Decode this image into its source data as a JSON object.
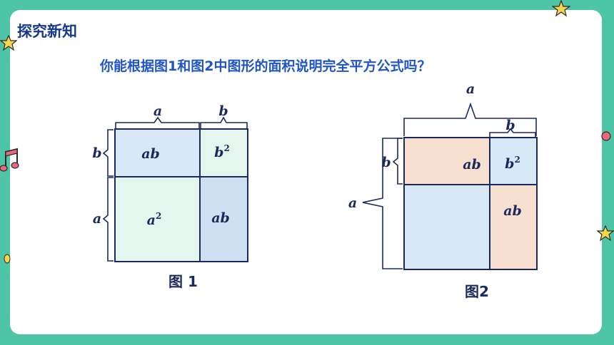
{
  "header": {
    "title": "探究新知"
  },
  "question": "你能根据图1和图2中图形的面积说明完全平方公式吗？",
  "figure1": {
    "caption": "图 1",
    "brace_labels": {
      "top_a": "a",
      "top_b": "b",
      "left_b": "b",
      "left_a": "a"
    },
    "cells": {
      "ab_top": "ab",
      "b2_base": "b",
      "b2_exp": "2",
      "a2_base": "a",
      "a2_exp": "2",
      "ab_bottom": "ab"
    }
  },
  "figure2": {
    "caption": "图2",
    "brace_labels": {
      "top_a": "a",
      "top_b": "b",
      "left_b": "b",
      "left_a": "a"
    },
    "cells": {
      "ab_top": "ab",
      "b2_base": "b",
      "b2_exp": "2",
      "ab_side": "ab"
    }
  },
  "colors": {
    "background": "#4dc5a6",
    "panel": "#ffffff",
    "cell_blue": "#d9e8f6",
    "cell_green": "#e4f6ee",
    "cell_peach": "#f8e0d1",
    "cell_blue_dark": "#cfe0f3",
    "stroke": "#1b2a5e",
    "title": "#153a8a",
    "question": "#1f55c4"
  },
  "decorations": [
    "star-icon",
    "music-note-icon",
    "dot-icon"
  ]
}
